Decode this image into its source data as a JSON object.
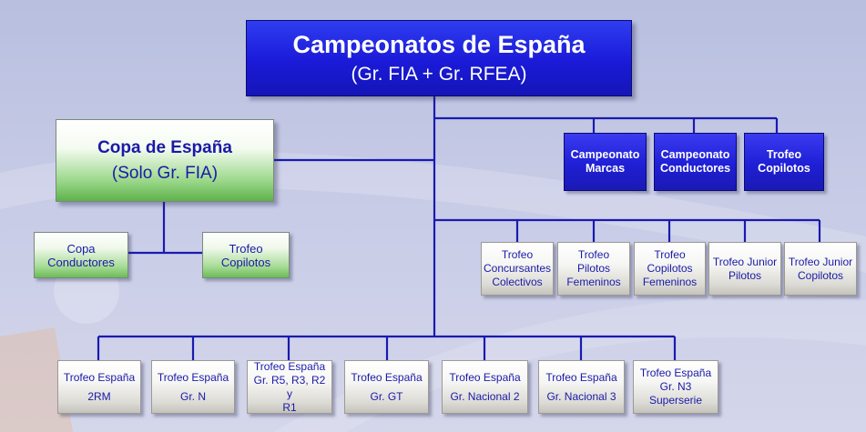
{
  "root": {
    "title": "Campeonatos de España",
    "subtitle": "(Gr. FIA + Gr. RFEA)"
  },
  "copa": {
    "title": "Copa de España",
    "subtitle": "(Solo Gr. FIA)",
    "children": [
      {
        "line1": "Copa",
        "line2": "Conductores"
      },
      {
        "line1": "Trofeo",
        "line2": "Copilotos"
      }
    ]
  },
  "campeonatos": [
    {
      "line1": "Campeonato",
      "line2": "Marcas"
    },
    {
      "line1": "Campeonato",
      "line2": "Conductores"
    },
    {
      "line1": "Trofeo",
      "line2": "Copilotos"
    }
  ],
  "trofeos": [
    {
      "line1": "Trofeo",
      "line2": "Concursantes",
      "line3": "Colectivos"
    },
    {
      "line1": "Trofeo",
      "line2": "Pilotos",
      "line3": "Femeninos"
    },
    {
      "line1": "Trofeo",
      "line2": "Copilotos",
      "line3": "Femeninos"
    },
    {
      "line1": "Trofeo Junior",
      "line2": "Pilotos",
      "line3": ""
    },
    {
      "line1": "Trofeo Junior",
      "line2": "Copilotos",
      "line3": ""
    }
  ],
  "grupos": [
    {
      "line1": "Trofeo España",
      "line2": "2RM",
      "line3": ""
    },
    {
      "line1": "Trofeo España",
      "line2": "Gr. N",
      "line3": ""
    },
    {
      "line1": "Trofeo España",
      "line2": "Gr. R5, R3, R2 y",
      "line3": "R1"
    },
    {
      "line1": "Trofeo España",
      "line2": "Gr. GT",
      "line3": ""
    },
    {
      "line1": "Trofeo España",
      "line2": "Gr. Nacional 2",
      "line3": ""
    },
    {
      "line1": "Trofeo España",
      "line2": "Gr. Nacional 3",
      "line3": ""
    },
    {
      "line1": "Trofeo España",
      "line2": "Gr. N3",
      "line3": "Superserie"
    }
  ],
  "colors": {
    "line": "#1a1ab0",
    "root": "#1f1fd6",
    "copa_green": "#5fb24c"
  }
}
